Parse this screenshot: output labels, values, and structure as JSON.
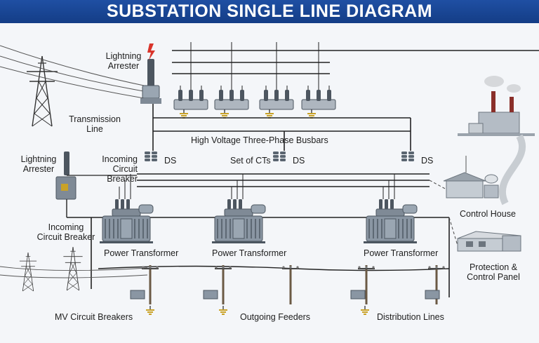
{
  "title": "SUBSTATION SINGLE LINE  DIAGRAM",
  "labels": {
    "lightning_arrester_top": "Lightning\nArrester",
    "transmission_line": "Transmission\nLine",
    "hv_busbars": "High Voltage Three-Phase Busbars",
    "lightning_arrester_left": "Lightning\nArrester",
    "incoming_cb_upper": "Incoming\nCircuit\nBreaker",
    "ds_1": "DS",
    "set_of_cts": "Set of CTs",
    "ds_2": "DS",
    "ds_3": "DS",
    "incoming_cb_left": "Incoming\nCircuit Breaker",
    "power_transformer_1": "Power Transformer",
    "power_transformer_2": "Power Transformer",
    "power_transformer_3": "Power Transformer",
    "control_house": "Control House",
    "protection_panel": "Protection &\nControl Panel",
    "mv_circuit_breakers": "MV  Circuit Breakers",
    "outgoing_feeders": "Outgoing Feeders",
    "distribution_lines": "Distribution Lines"
  },
  "colors": {
    "banner": "#1f4fa3",
    "line": "#222222",
    "equipment": "#8a96a3",
    "insulator": "#5a6570",
    "ground": "#c9a227",
    "dashed": "#555555",
    "lightning_bolt": "#d9342b"
  }
}
